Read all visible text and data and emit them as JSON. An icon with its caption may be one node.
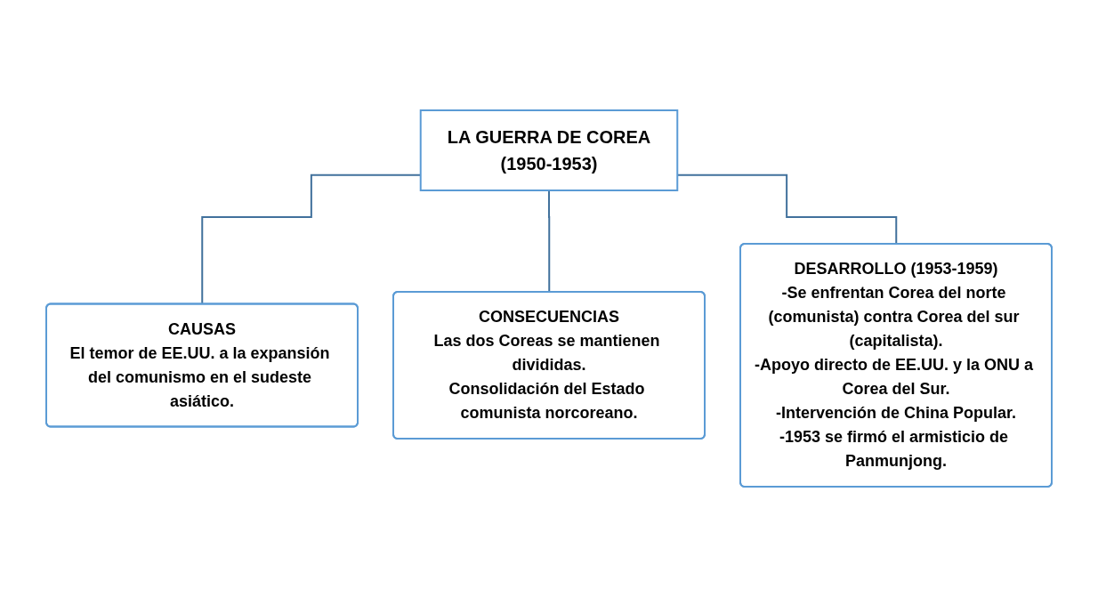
{
  "diagram": {
    "nodes": [
      {
        "text": [
          "LA GUERRA DE COREA",
          "(1950-1953)"
        ]
      },
      {
        "text": [
          "CAUSAS",
          "El temor de EE.UU. a la expansión del comunismo en el sudeste asiático."
        ]
      },
      {
        "text": [
          "CONSECUENCIAS",
          "Las dos Coreas se mantienen divididas.",
          "Consolidación del Estado comunista norcoreano."
        ]
      },
      {
        "text": [
          "DESARROLLO (1953-1959)",
          "-Se enfrentan Corea del norte (comunista) contra Corea del sur (capitalista).",
          "-Apoyo directo de EE.UU. y la ONU a Corea del Sur.",
          "-Intervención de China Popular.",
          "-1953 se firmó el armisticio de Panmunjong."
        ]
      }
    ],
    "edges": [
      {
        "from": 0,
        "to": 1,
        "arrow": "none"
      },
      {
        "from": 0,
        "to": 2,
        "arrow": "none"
      },
      {
        "from": 0,
        "to": 3,
        "arrow": "none"
      }
    ]
  }
}
